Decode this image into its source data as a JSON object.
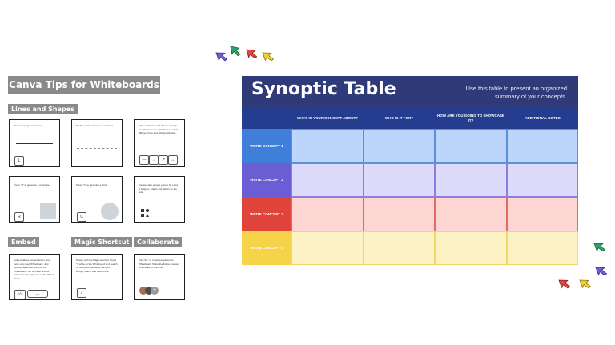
{
  "tips": {
    "title": "Canva Tips for Whiteboards",
    "sections": {
      "lines_shapes": "Lines and Shapes",
      "embed": "Embed",
      "magic": "Magic Shortcut",
      "collaborate": "Collaborate"
    },
    "cards": [
      {
        "text": "Press \"L\" to generate lines",
        "key": "L"
      },
      {
        "text": "Double-click on the line to add text",
        "key": ""
      },
      {
        "text": "Click on the line and choose arrange for options on the style line to include different lines and with arrowheads",
        "key": ""
      },
      {
        "text": "Press \"R\" to generate a rectangle",
        "key": "R"
      },
      {
        "text": "Press \"C\" to generate a circle",
        "key": "C"
      },
      {
        "text": "You can also access panels for Lines & Shapes, Charts and Tables on the side",
        "key": ""
      },
      {
        "text": "Embed videos, presentations, and more onto your Whiteboard. Just directly paste their link onto the Whiteboard. You can also access Embeds in the Apps tab on the Object Panel.",
        "key": ""
      },
      {
        "text": "Design with the Magic shortcut. Press \"/\" while on the Whiteboard and search for elements you need, such as emojis, charts, and more more",
        "key": "/"
      },
      {
        "text": "Click the \"+\" to add people to the Whiteboard. Share the link so you can collaborate in real time!",
        "key": ""
      }
    ]
  },
  "synoptic": {
    "title": "Synoptic Table",
    "subtitle": "Use this table to present an organized summary of your concepts.",
    "columns": [
      "WHAT IS YOUR CONCEPT ABOUT?",
      "WHO IS IT FOR?",
      "HOW ARE YOU GOING TO SHOWCASE IT?",
      "ADDITIONAL NOTES"
    ],
    "rows": [
      {
        "label": "WRITE CONCEPT 1",
        "label_color": "#3f7fd9",
        "cell_color": "#bcd6fb",
        "border": "#5b8fdc"
      },
      {
        "label": "WRITE CONCEPT 2",
        "label_color": "#6b5dd3",
        "cell_color": "#dedaf9",
        "border": "#8a7ee0"
      },
      {
        "label": "WRITE CONCEPT 3",
        "label_color": "#e0443b",
        "cell_color": "#fdd6d3",
        "border": "#e56a62"
      },
      {
        "label": "WRITE CONCEPT 4",
        "label_color": "#f5d44a",
        "cell_color": "#fdf2c3",
        "border": "#f2d76a"
      }
    ]
  },
  "colors": {
    "banner": "#8a8a8a",
    "header": "#2f3a78",
    "col_header": "#243d8f"
  }
}
